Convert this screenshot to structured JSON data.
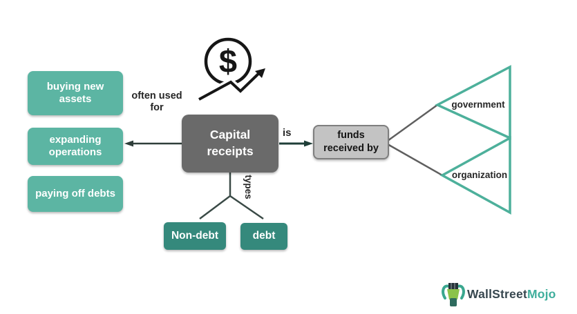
{
  "center_node": {
    "label": "Capital receipts"
  },
  "connectors": {
    "uses_label": "often used for",
    "is_label": "is",
    "types_label": "types"
  },
  "uses": [
    "buying new assets",
    "expanding operations",
    "paying off debts"
  ],
  "definition_node": {
    "label": "funds received by"
  },
  "receivers": [
    "government",
    "organization"
  ],
  "types": [
    "Non-debt",
    "debt"
  ],
  "icons": {
    "money_growth": "dollar-growth-icon",
    "dollar_glyph": "$",
    "brand_mascot": "bull-icon"
  },
  "brand": {
    "name_primary": "WallStreet",
    "name_accent": "Mojo"
  },
  "colors": {
    "use_box": "#5cb5a3",
    "type_box": "#35897c",
    "center_box": "#6a6a6a",
    "definition_box": "#c3c3c3",
    "triangle_stroke": "#4db09b",
    "connector_line": "#3a4a46",
    "fork_line": "#5f5f5f",
    "icon_stroke": "#161616",
    "brand_primary": "#37474f",
    "brand_accent": "#3fae9c"
  }
}
